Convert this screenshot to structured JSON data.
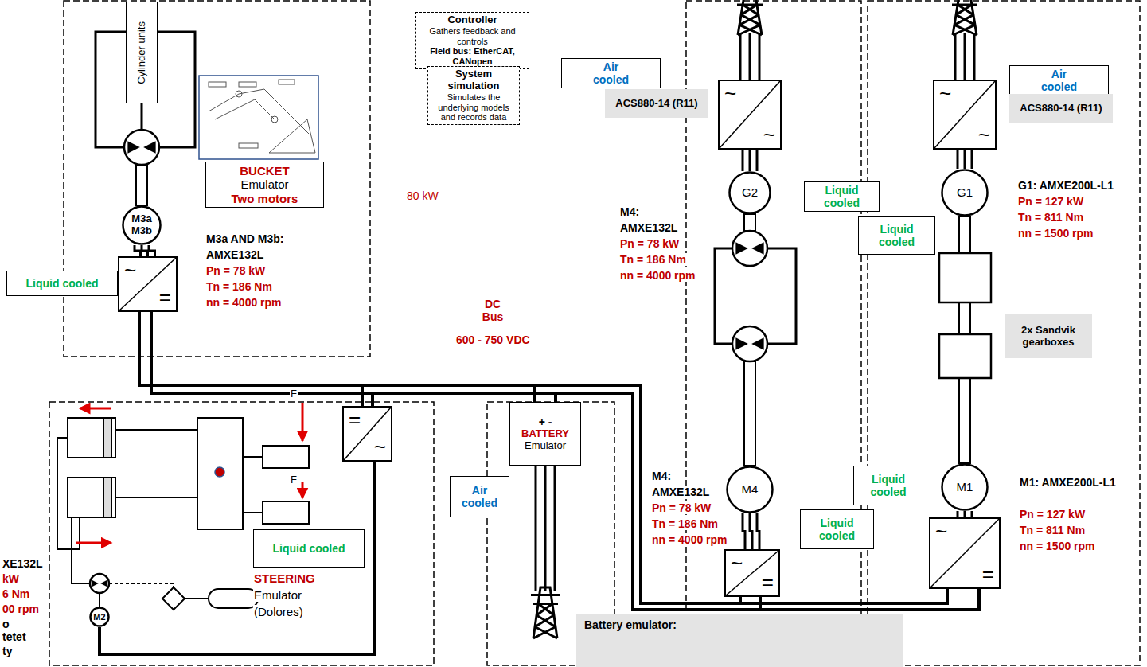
{
  "diagram": {
    "nodes": [
      {
        "text": [
          "Controller",
          "Gathers feedback and controls",
          "Field bus: EtherCAT, CANopen"
        ]
      },
      {
        "text": [
          "System simulation",
          "Simulates the underlying models and records data"
        ]
      },
      {
        "text": [
          "Cylinder units"
        ]
      },
      {
        "text": [
          "BUCKET",
          "Emulator",
          "Two motors"
        ]
      },
      {
        "text": [
          "M3a M3b"
        ]
      },
      {
        "text": [
          "Liquid cooled"
        ]
      },
      {
        "text": [
          "~",
          "="
        ]
      },
      {
        "text": [
          "Liquid cooled"
        ]
      },
      {
        "text": [
          "=",
          "~"
        ]
      },
      {
        "text": [
          "M2"
        ]
      },
      {
        "text": [
          "Air cooled"
        ]
      },
      {
        "text": [
          "+ -",
          "BATTERY",
          "Emulator"
        ]
      },
      {
        "text": [
          "Battery emulator:"
        ]
      },
      {
        "text": [
          "Air cooled"
        ]
      },
      {
        "text": [
          "ACS880-14 (R11)"
        ]
      },
      {
        "text": [
          "~",
          "~"
        ]
      },
      {
        "text": [
          "Air cooled"
        ]
      },
      {
        "text": [
          "ACS880-14 (R11)"
        ]
      },
      {
        "text": [
          "~",
          "~"
        ]
      },
      {
        "text": [
          "G2"
        ]
      },
      {
        "text": [
          "Liquid cooled"
        ]
      },
      {
        "text": [
          "G1"
        ]
      },
      {
        "text": [
          "Liquid cooled"
        ]
      },
      {
        "text": [
          "2x Sandvik gearboxes"
        ]
      },
      {
        "text": [
          "M4"
        ]
      },
      {
        "text": [
          "Liquid cooled"
        ]
      },
      {
        "text": [
          "Liquid cooled"
        ]
      },
      {
        "text": [
          "M1"
        ]
      },
      {
        "text": [
          "~",
          "="
        ]
      },
      {
        "text": [
          "~",
          "="
        ]
      }
    ],
    "edges": [
      {
        "from": 6,
        "to": 4,
        "arrow": "none"
      },
      {
        "from": 8,
        "to": 9,
        "arrow": "none"
      },
      {
        "from": 15,
        "to": 19,
        "arrow": "none"
      },
      {
        "from": 18,
        "to": 21,
        "arrow": "none"
      },
      {
        "from": 28,
        "to": 24,
        "arrow": "none"
      },
      {
        "from": 29,
        "to": 27,
        "arrow": "none"
      }
    ],
    "labels": [
      "80 kW",
      "DC Bus",
      "600 - 750 VDC",
      "M3a AND M3b:",
      "AMXE132L",
      "Pn = 78 kW",
      "Tn = 186 Nm",
      "nn = 4000 rpm",
      "M4:",
      "AMXE132L",
      "Pn = 78 kW",
      "Tn = 186 Nm",
      "nn = 4000 rpm",
      "G1: AMXE200L-L1",
      "Pn = 127 kW",
      "Tn = 811 Nm",
      "nn = 1500 rpm",
      "M4:",
      "AMXE132L",
      "Pn = 78 kW",
      "Tn = 186 Nm",
      "nn = 4000 rpm",
      "M1: AMXE200L-L1",
      "Pn = 127 kW",
      "Tn = 811 Nm",
      "nn = 1500 rpm",
      "STEERING",
      "Emulator",
      "(Dolores)",
      "F",
      "F",
      "XE132L",
      "kW",
      "6 Nm",
      "00 rpm",
      "o",
      "tetet",
      "ty"
    ]
  }
}
